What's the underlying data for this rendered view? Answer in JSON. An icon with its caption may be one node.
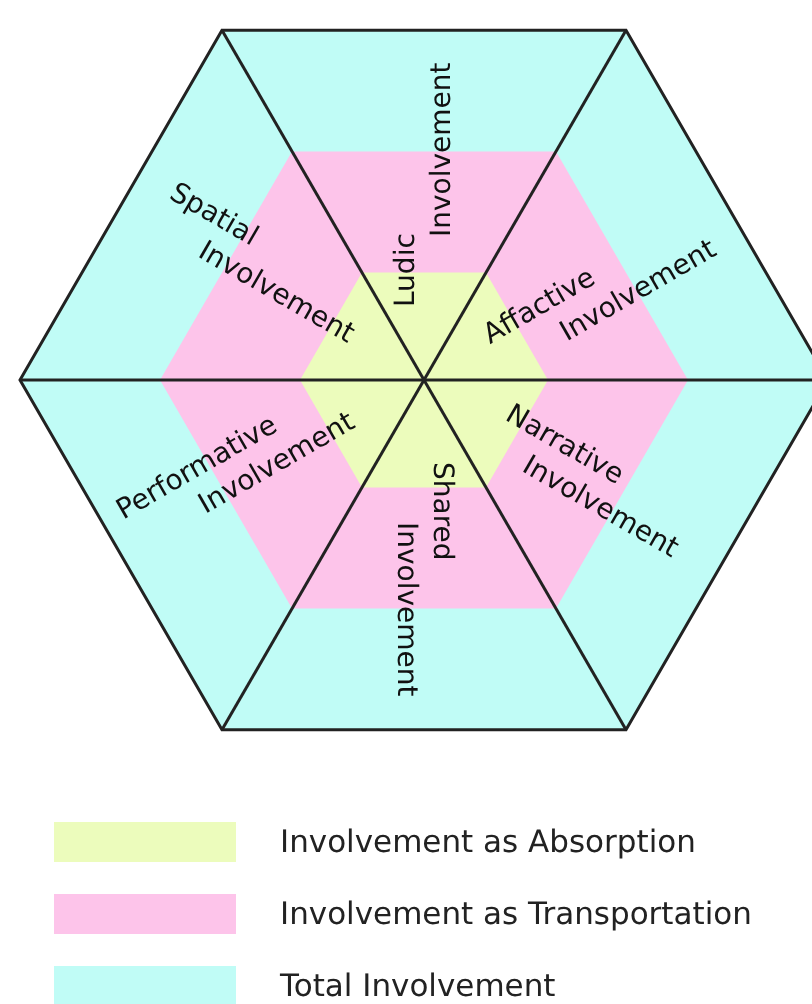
{
  "diagram": {
    "labels": [
      "Ludic Involvement",
      "Spatial Involvement",
      "Affactive Involvement",
      "Performative Involvement",
      "Narrative Involvement",
      "Shared Involvement"
    ],
    "legend": [
      {
        "text": "Involvement as Absorption",
        "color": "#ecfcbc"
      },
      {
        "text": "Involvement as Transportation",
        "color": "#fdc4ea"
      },
      {
        "text": "Total Involvement",
        "color": "#c0fcf6"
      }
    ]
  }
}
